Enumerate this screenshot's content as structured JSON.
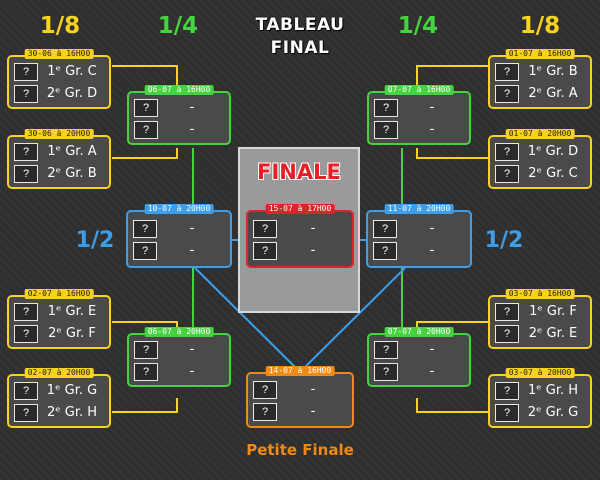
{
  "title_line1": "TABLEAU",
  "title_line2": "FINAL",
  "rounds": {
    "eighth": "1/8",
    "quarter": "1/4",
    "semi": "1/2"
  },
  "colors": {
    "eighth": "#f7d21e",
    "quarter": "#45d33f",
    "semi": "#3d9ee9",
    "final": "#d9262b",
    "third_place": "#f08a17"
  },
  "unknown_team": "?",
  "score_placeholder": "-",
  "eighths": {
    "left": [
      {
        "date": "30-06 à 16H00",
        "team1": "1ᵉ Gr. C",
        "team2": "2ᵉ Gr. D"
      },
      {
        "date": "30-06 à 20H00",
        "team1": "1ᵉ Gr. A",
        "team2": "2ᵉ Gr. B"
      },
      {
        "date": "02-07 à 16H00",
        "team1": "1ᵉ Gr. E",
        "team2": "2ᵉ Gr. F"
      },
      {
        "date": "02-07 à 20H00",
        "team1": "1ᵉ Gr. G",
        "team2": "2ᵉ Gr. H"
      }
    ],
    "right": [
      {
        "date": "01-07 à 16H00",
        "team1": "1ᵉ Gr. B",
        "team2": "2ᵉ Gr. A"
      },
      {
        "date": "01-07 à 20H00",
        "team1": "1ᵉ Gr. D",
        "team2": "2ᵉ Gr. C"
      },
      {
        "date": "03-07 à 16H00",
        "team1": "1ᵉ Gr. F",
        "team2": "2ᵉ Gr. E"
      },
      {
        "date": "03-07 à 20H00",
        "team1": "1ᵉ Gr. H",
        "team2": "2ᵉ Gr. G"
      }
    ]
  },
  "quarters": {
    "left": [
      {
        "date": "06-07 à 16H00"
      },
      {
        "date": "06-07 à 20H00"
      }
    ],
    "right": [
      {
        "date": "07-07 à 16H00"
      },
      {
        "date": "07-07 à 20H00"
      }
    ]
  },
  "semis": {
    "left": {
      "date": "10-07 à 20H00"
    },
    "right": {
      "date": "11-07 à 20H00"
    }
  },
  "final": {
    "label": "FINALE",
    "date": "15-07 à 17H00"
  },
  "third_place": {
    "label": "Petite Finale",
    "date": "14-07 à 16H00"
  }
}
